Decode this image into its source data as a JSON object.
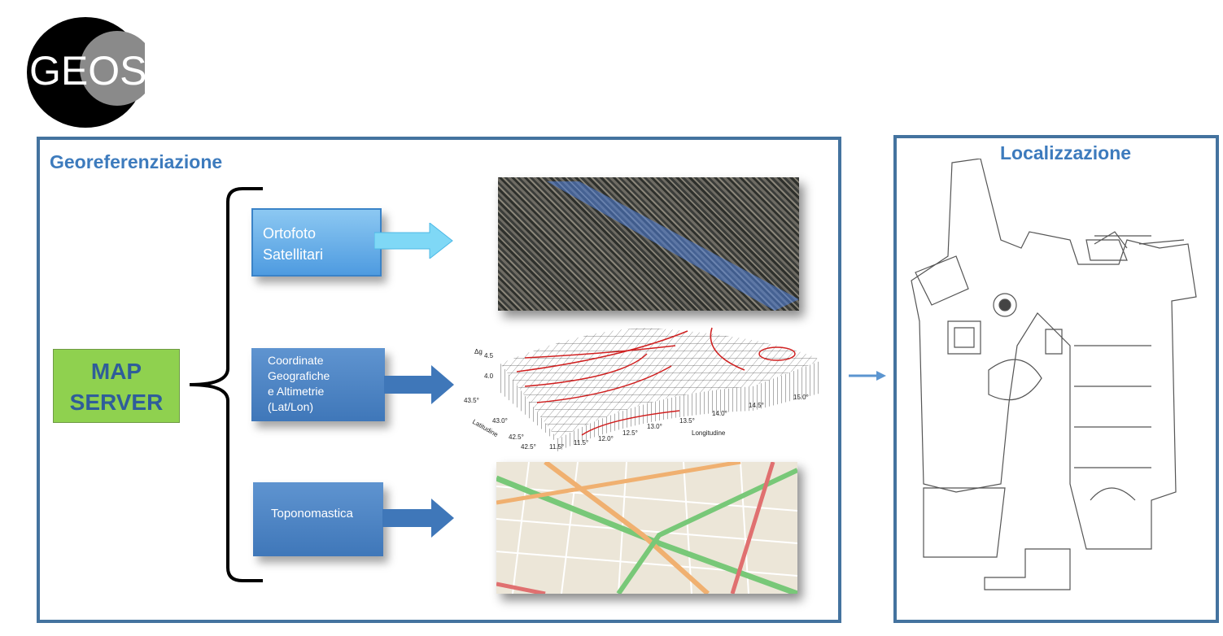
{
  "logo": {
    "text": "GEOS"
  },
  "georef": {
    "title": "Georeferenziazione",
    "map_server": [
      "MAP",
      "SERVER"
    ],
    "items": [
      {
        "label": [
          "Ortofoto",
          "Satellitari"
        ]
      },
      {
        "label": [
          "Coordinate",
          "Geografiche",
          "e Altimetrie",
          "(Lat/Lon)"
        ]
      },
      {
        "label": [
          "Toponomastica"
        ]
      }
    ],
    "chart_data": {
      "type": "surface",
      "zlabel": "Δg",
      "zticks": [
        "4.0",
        "4.5"
      ],
      "xlabel": "Longitudine",
      "xticks": [
        "11.5°",
        "11.5°",
        "12.0°",
        "12.5°",
        "13.0°",
        "13.5°",
        "14.0°",
        "14.5°",
        "15.0°"
      ],
      "ylabel": "Latitudine",
      "yticks": [
        "42.5°",
        "42.5°",
        "43.0°",
        "43.5°"
      ]
    }
  },
  "localizzazione": {
    "title": "Localizzazione"
  },
  "colors": {
    "panel_border": "#44739f",
    "title": "#3d7bbd",
    "map_server_bg": "#8fd14f",
    "box_blue": "#3f77b9",
    "light_arrow": "#6fd0f0"
  }
}
